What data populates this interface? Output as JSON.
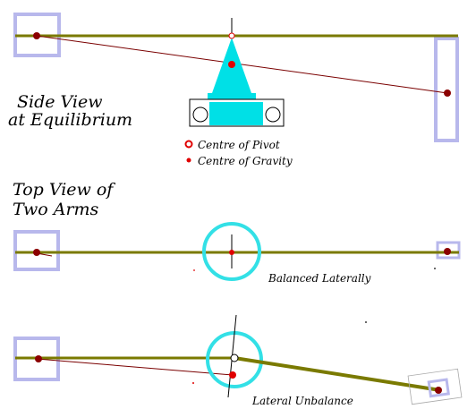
{
  "labels": {
    "side_view_line1": "Side View",
    "side_view_line2": "at Equilibrium",
    "top_view_line1": "Top View of",
    "top_view_line2": "Two Arms",
    "legend_pivot": "Centre of Pivot",
    "legend_gravity": "Centre of Gravity",
    "balanced": "Balanced Laterally",
    "unbalance": "Lateral Unbalance"
  },
  "colors": {
    "arm": "#7a7a00",
    "weight_box": "#b8b8ec",
    "pivot_ring": "#33e0e6",
    "gravity": "#e00000",
    "mass_dot": "#8b0000",
    "tie_line": "#7a0000",
    "support": "#00e0e6"
  }
}
